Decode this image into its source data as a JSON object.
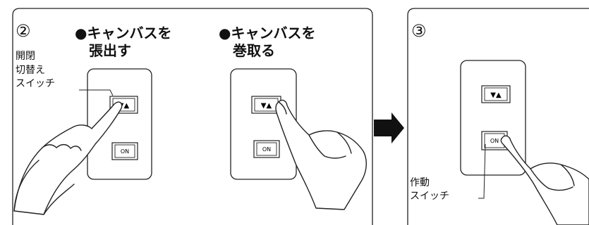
{
  "panel_step2": {
    "step_number": "②",
    "extend_title": [
      "●キャンバスを",
      "張出す"
    ],
    "retract_title": [
      "●キャンバスを",
      "巻取る"
    ],
    "toggle_label": [
      "開閉",
      "切替え",
      "スイッチ"
    ]
  },
  "panel_step3": {
    "step_number": "③",
    "operate_label": [
      "作動",
      "スイッチ"
    ]
  },
  "buttons": {
    "toggle_glyph": "▼▲",
    "on_label": "ON"
  },
  "icons": {
    "arrow": "right-arrow-icon",
    "hand": "pointing-hand-icon"
  }
}
